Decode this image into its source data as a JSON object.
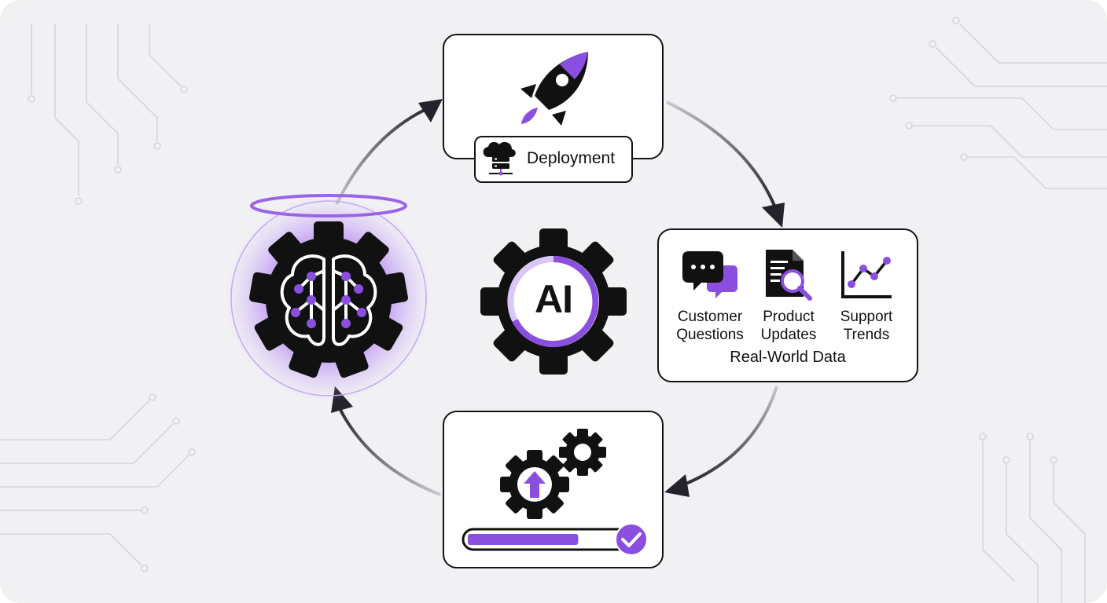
{
  "deployment": {
    "label": "Deployment",
    "icons": [
      "rocket-icon",
      "cloud-server-icon"
    ]
  },
  "center_gear": {
    "label": "AI",
    "icon": "gear-icon"
  },
  "brain_gear": {
    "icon": "brain-gear-icon"
  },
  "real_world_data": {
    "title": "Real-World Data",
    "items": [
      {
        "icon": "chat-bubbles-icon",
        "line1": "Customer",
        "line2": "Questions"
      },
      {
        "icon": "document-search-icon",
        "line1": "Product",
        "line2": "Updates"
      },
      {
        "icon": "line-chart-icon",
        "line1": "Support",
        "line2": "Trends"
      }
    ]
  },
  "update": {
    "icons": [
      "gears-upgrade-icon",
      "check-circle-icon"
    ],
    "progress": 0.72
  },
  "colors": {
    "accent": "#8b4fe0",
    "ink": "#141418",
    "background": "#f1f1f4"
  }
}
